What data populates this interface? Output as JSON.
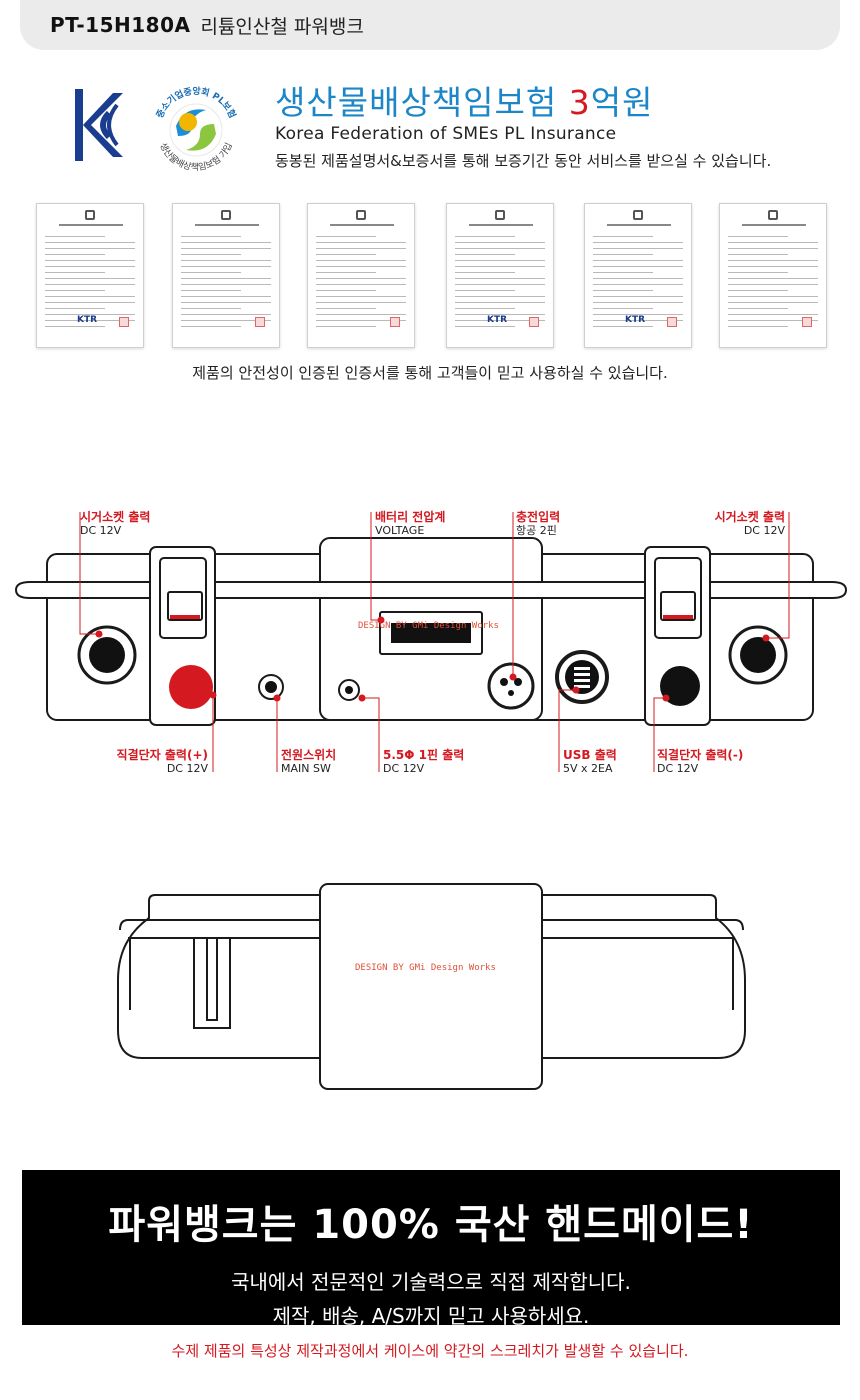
{
  "header": {
    "model": "PT-15H180A",
    "product_name": "리튬인산철 파워뱅크"
  },
  "insurance": {
    "headline_prefix": "생산물배상책임보험 ",
    "headline_amount": "3",
    "headline_suffix": "억원",
    "federation": "Korea Federation of SMEs PL Insurance",
    "note": "동봉된 제품설명서&보증서를 통해 보증기간 동안 서비스를 받으실 수 있습니다.",
    "badge_top_text": "중소기업중앙회 PL보험",
    "badge_bottom_text": "생산물배상책임보험 가입",
    "kc_icon": "kc-mark-icon"
  },
  "certificates": {
    "caption": "제품의 안전성이 인증된 인증서를 통해 고객들이 믿고 사용하실 수 있습니다.",
    "items": [
      {
        "type": "ktr"
      },
      {
        "type": "registration"
      },
      {
        "type": "registration"
      },
      {
        "type": "ktr"
      },
      {
        "type": "ktr"
      },
      {
        "type": "registration"
      }
    ],
    "ktr_text": "KTR"
  },
  "front_panel": {
    "watermark": "DESIGN BY GMi Design Works",
    "callouts": {
      "cigar_left": {
        "label": "시거소켓 출력",
        "sub": "DC 12V"
      },
      "voltage": {
        "label": "배터리 전압계",
        "sub": "VOLTAGE"
      },
      "charge_input": {
        "label": "충전입력",
        "sub": "항공 2핀"
      },
      "cigar_right": {
        "label": "시거소켓 출력",
        "sub": "DC 12V"
      },
      "direct_plus": {
        "label": "직결단자 출력(+)",
        "sub": "DC 12V"
      },
      "main_sw": {
        "label": "전원스위치",
        "sub": "MAIN SW"
      },
      "dc55": {
        "label": "5.5Φ 1핀 출력",
        "sub": "DC 12V"
      },
      "usb": {
        "label": "USB 출력",
        "sub": "5V x 2EA"
      },
      "direct_minus": {
        "label": "직결단자 출력(-)",
        "sub": "DC 12V"
      }
    }
  },
  "top_view": {
    "watermark": "DESIGN BY GMi Design Works"
  },
  "promo": {
    "headline": "파워뱅크는 100% 국산 핸드메이드!",
    "line1": "국내에서 전문적인 기술력으로 직접 제작합니다.",
    "line2": "제작, 배송, A/S까지 믿고 사용하세요."
  },
  "disclaimer": "수제 제품의 특성상 제작과정에서 케이스에 약간의 스크레치가 발생할 수 있습니다.",
  "colors": {
    "accent_red": "#d41920",
    "insurance_blue": "#1d86c8",
    "promo_bg": "#000000"
  }
}
